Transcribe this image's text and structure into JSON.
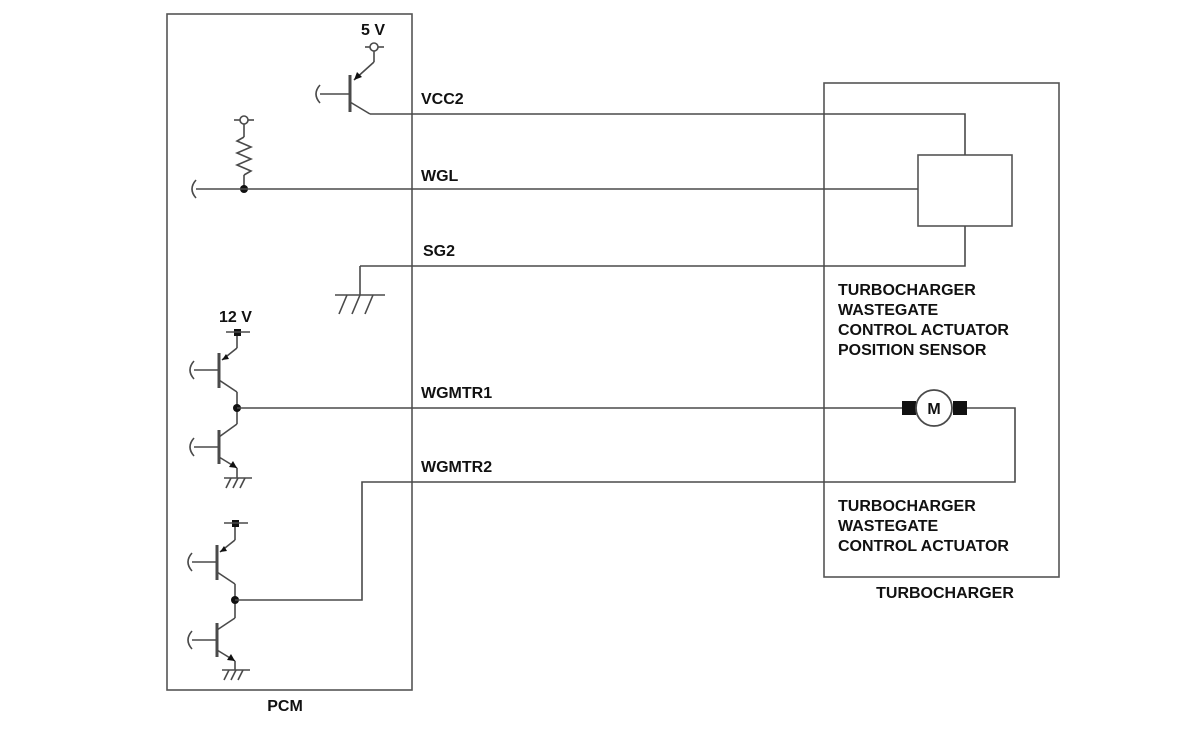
{
  "modules": {
    "pcm": "PCM",
    "turbocharger": "TURBOCHARGER"
  },
  "supplies": {
    "five_volt": "5 V",
    "twelve_volt": "12 V"
  },
  "signals": {
    "vcc2": "VCC2",
    "wgl": "WGL",
    "sg2": "SG2",
    "wgmtr1": "WGMTR1",
    "wgmtr2": "WGMTR2"
  },
  "position_sensor": {
    "lines": [
      "TURBOCHARGER",
      "WASTEGATE",
      "CONTROL ACTUATOR",
      "POSITION SENSOR"
    ]
  },
  "actuator": {
    "lines": [
      "TURBOCHARGER",
      "WASTEGATE",
      "CONTROL ACTUATOR"
    ],
    "motor_symbol": "M"
  }
}
